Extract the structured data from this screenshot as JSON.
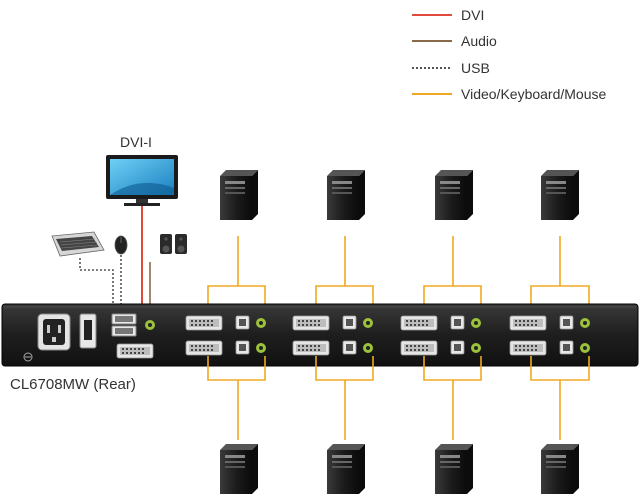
{
  "legend": {
    "items": [
      {
        "label": "DVI",
        "color": "#e04a3a",
        "style": "solid"
      },
      {
        "label": "Audio",
        "color": "#8a6a4a",
        "style": "solid"
      },
      {
        "label": "USB",
        "color": "#555555",
        "style": "dotted"
      },
      {
        "label": "Video/Keyboard/Mouse",
        "color": "#f0a820",
        "style": "solid"
      }
    ]
  },
  "monitor_label": "DVI-I",
  "device_label": "CL6708MW (Rear)",
  "computers_per_row": 4,
  "icons": [
    "monitor-icon",
    "keyboard-icon",
    "mouse-icon",
    "speakers-icon",
    "computer-icon",
    "power-inlet-icon",
    "power-switch-icon"
  ]
}
